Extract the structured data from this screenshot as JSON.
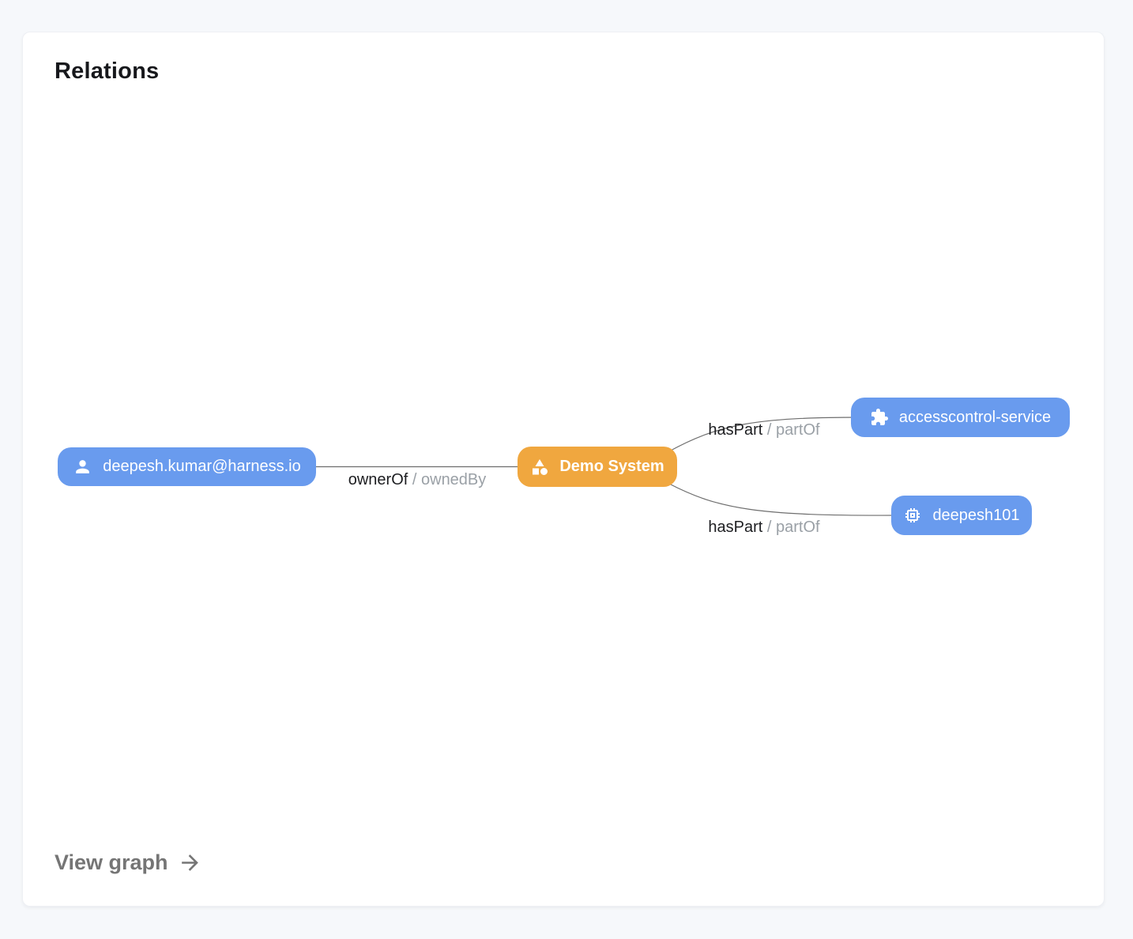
{
  "colors": {
    "page_bg": "#f6f8fb",
    "card_bg": "#ffffff",
    "node_blue": "#699bee",
    "node_orange": "#f0a73f",
    "node_text": "#ffffff",
    "edge_line": "#6e6e6e",
    "edge_label_primary": "#1d1e21",
    "edge_label_secondary": "#9aa0a6",
    "footer_link": "#757575"
  },
  "card": {
    "title": "Relations",
    "footer": {
      "label": "View graph",
      "icon": "arrow-right-icon"
    }
  },
  "graph": {
    "nodes": [
      {
        "label": "deepesh.kumar@harness.io",
        "icon": "user-icon",
        "color": "#699bee",
        "focused": false
      },
      {
        "label": "Demo System",
        "icon": "category-shapes-icon",
        "color": "#f0a73f",
        "focused": true
      },
      {
        "label": "accesscontrol-service",
        "icon": "puzzle-piece-icon",
        "color": "#699bee",
        "focused": false
      },
      {
        "label": "deepesh101",
        "icon": "chip-icon",
        "color": "#699bee",
        "focused": false
      }
    ],
    "edges": [
      {
        "from": "deepesh.kumar@harness.io",
        "to": "Demo System",
        "primary": "ownerOf",
        "secondary": "/ ownedBy"
      },
      {
        "from": "Demo System",
        "to": "accesscontrol-service",
        "primary": "hasPart",
        "secondary": "/ partOf"
      },
      {
        "from": "Demo System",
        "to": "deepesh101",
        "primary": "hasPart",
        "secondary": "/ partOf"
      }
    ]
  }
}
